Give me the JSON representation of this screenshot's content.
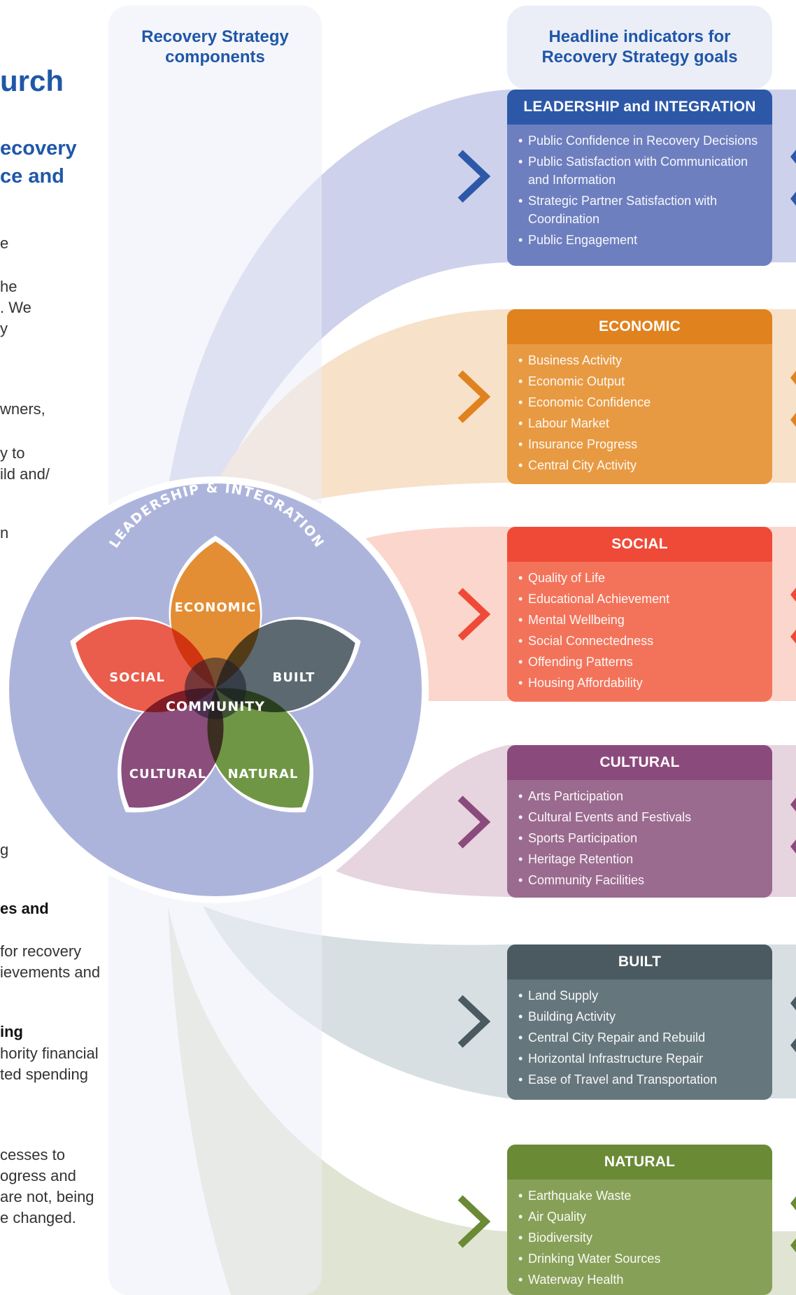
{
  "left_column": {
    "title_fragment": "urch",
    "subtitle_lines": [
      "ecovery",
      "ce and"
    ],
    "text_fragments": [
      "e",
      "he",
      ". We",
      "y",
      "wners,",
      "y to",
      "ild and/",
      "n",
      "g"
    ],
    "sections": [
      {
        "heading": "es and",
        "lines": [
          "for recovery",
          "ievements and"
        ]
      },
      {
        "heading": "ing",
        "lines": [
          "hority financial",
          "ted spending"
        ]
      },
      {
        "heading": "",
        "lines": [
          "cesses to",
          "ogress and",
          "are not, being",
          "e changed."
        ]
      }
    ]
  },
  "column_headers": {
    "components": "Recovery Strategy components",
    "indicators": "Headline indicators for Recovery Strategy goals"
  },
  "diagram": {
    "ring_label": "LEADERSHIP & INTEGRATION",
    "center_label": "COMMUNITY",
    "petals": [
      {
        "label": "ECONOMIC",
        "color": "#e0821e"
      },
      {
        "label": "BUILT",
        "color": "#4a5960"
      },
      {
        "label": "NATURAL",
        "color": "#5f8b30"
      },
      {
        "label": "CULTURAL",
        "color": "#7d3a6e"
      },
      {
        "label": "SOCIAL",
        "color": "#e84a37"
      }
    ],
    "ring_color": "#adb4dc"
  },
  "indicators": [
    {
      "title": "LEADERSHIP and INTEGRATION",
      "header_color": "#2d58a8",
      "body_color": "#6e7fc0",
      "items": [
        "Public Confidence in Recovery Decisions",
        "Public Satisfaction with Communication and Information",
        "Strategic Partner Satisfaction with Coordination",
        "Public Engagement"
      ]
    },
    {
      "title": "ECONOMIC",
      "header_color": "#e0821e",
      "body_color": "#e89a42",
      "items": [
        "Business Activity",
        "Economic Output",
        "Economic Confidence",
        "Labour Market",
        "Insurance Progress",
        "Central City Activity"
      ]
    },
    {
      "title": "SOCIAL",
      "header_color": "#ef4a37",
      "body_color": "#f3735a",
      "items": [
        "Quality of Life",
        "Educational Achievement",
        "Mental Wellbeing",
        "Social Connectedness",
        "Offending Patterns",
        "Housing Affordability"
      ]
    },
    {
      "title": "CULTURAL",
      "header_color": "#8b4a7c",
      "body_color": "#9b6b8f",
      "items": [
        "Arts Participation",
        "Cultural Events and Festivals",
        "Sports Participation",
        "Heritage Retention",
        "Community Facilities"
      ]
    },
    {
      "title": "BUILT",
      "header_color": "#4b5a60",
      "body_color": "#66767d",
      "items": [
        "Land Supply",
        "Building Activity",
        "Central City Repair and Rebuild",
        "Horizontal Infrastructure Repair",
        "Ease of Travel and Transportation"
      ]
    },
    {
      "title": "NATURAL",
      "header_color": "#6a8a36",
      "body_color": "#87a057",
      "items": [
        "Earthquake Waste",
        "Air Quality",
        "Biodiversity",
        "Drinking Water Sources",
        "Waterway Health"
      ]
    }
  ]
}
